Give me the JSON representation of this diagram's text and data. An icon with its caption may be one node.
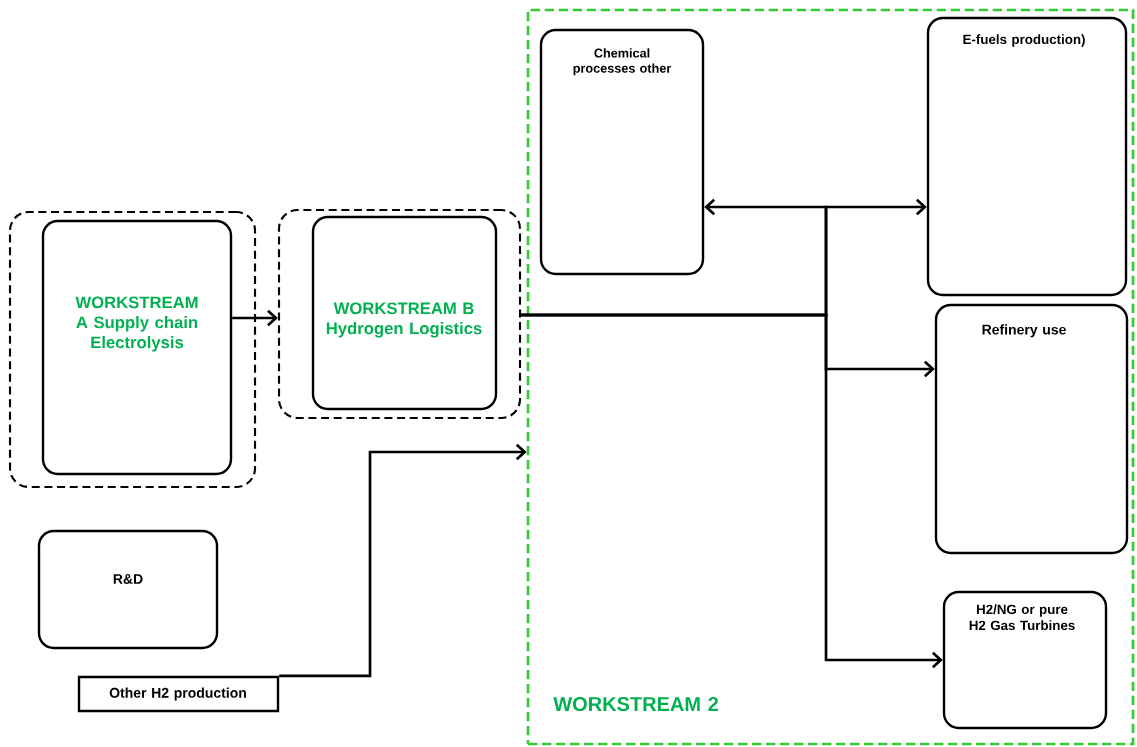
{
  "diagram": {
    "nodes": [
      {
        "text": [],
        "shape": "box"
      },
      {
        "text": [
          "WORKSTREAM A Supply chain Electrolysis"
        ],
        "in": 0
      },
      {
        "text": [],
        "shape": "box"
      },
      {
        "text": [
          "WORKSTREAM B Hydrogen Logistics"
        ],
        "in": 2
      },
      {
        "text": [
          "R&D"
        ]
      },
      {
        "text": [
          "Other H2 production"
        ]
      },
      {
        "text": [
          "WORKSTREAM 2"
        ]
      },
      {
        "text": [
          "Chemical processes other"
        ],
        "in": 6
      },
      {
        "text": [
          "E-fuels production)"
        ],
        "in": 6
      },
      {
        "text": [
          "Refinery use"
        ],
        "in": 6
      },
      {
        "text": [
          "H2/NG or pure H2 Gas Turbines"
        ],
        "in": 6
      }
    ],
    "edges": [
      {
        "from": 1,
        "to": 2,
        "arrow": "to"
      },
      {
        "from": 2,
        "to": 7,
        "arrow": "to"
      },
      {
        "from": 2,
        "to": 8,
        "arrow": "to"
      },
      {
        "from": 2,
        "to": 9,
        "arrow": "to"
      },
      {
        "from": 2,
        "to": 10,
        "arrow": "to"
      },
      {
        "from": 5,
        "to": 6,
        "arrow": "to"
      }
    ]
  }
}
